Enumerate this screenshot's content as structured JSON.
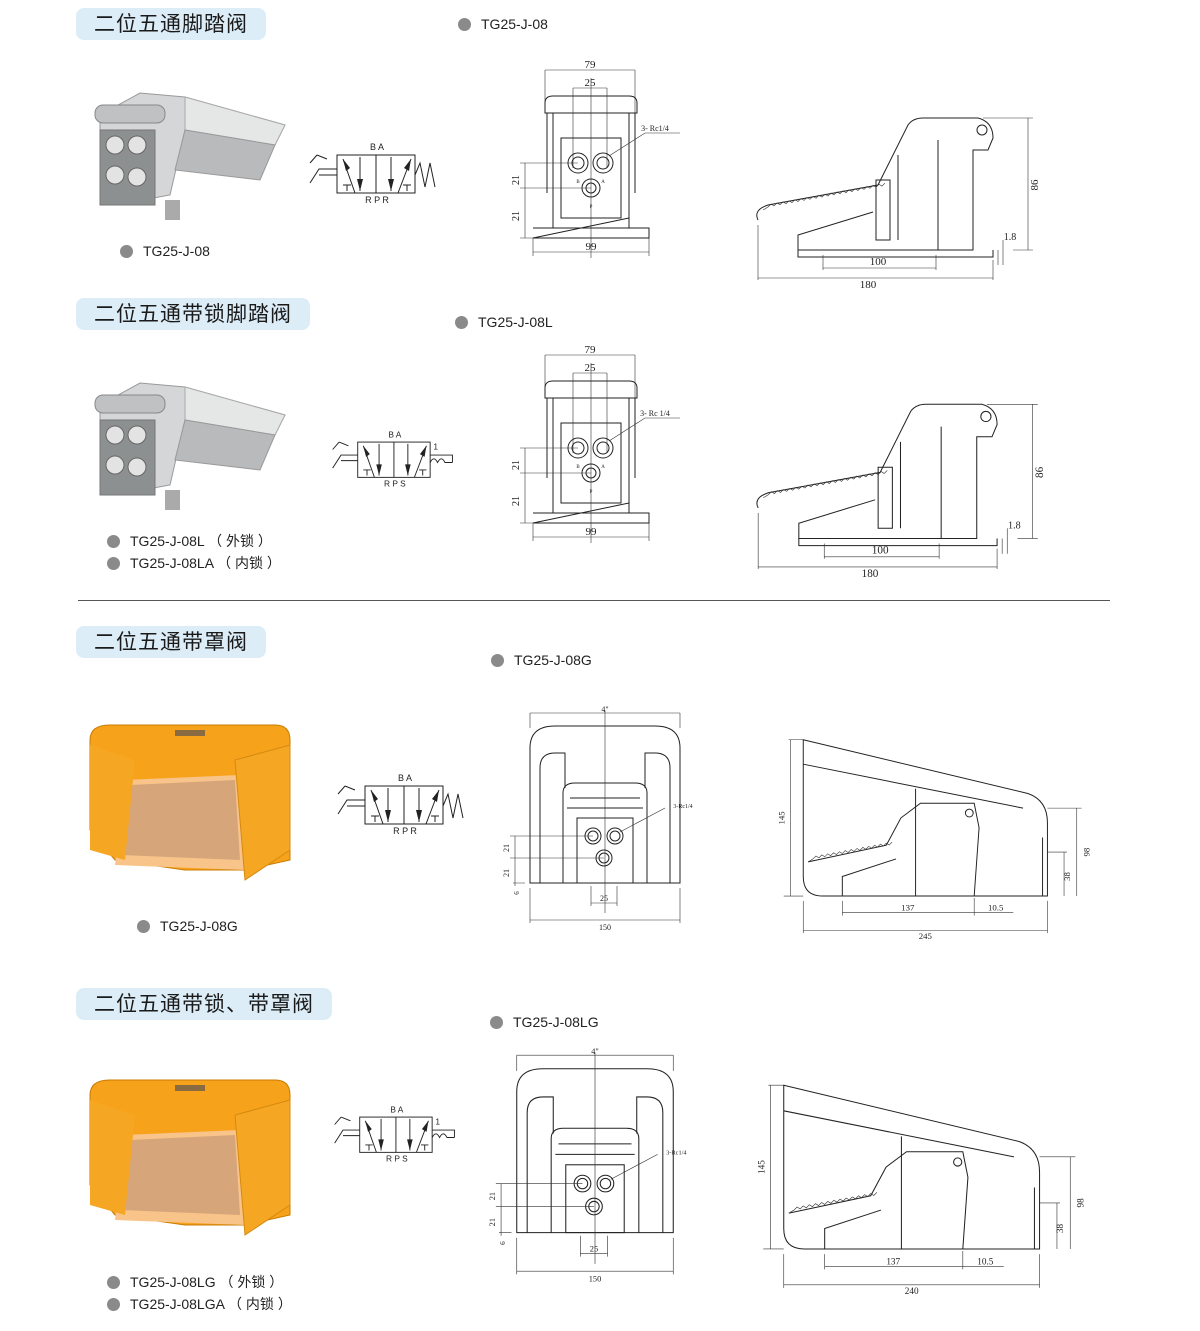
{
  "colors": {
    "pill_bg": "#dcedf8",
    "bullet": "#8a8a8a",
    "aluminum": "#c9cbcc",
    "hood": "#f5a623"
  },
  "sections": [
    {
      "title": "二位五通脚踏阀",
      "model": "TG25-J-08",
      "captions": [
        "TG25-J-08"
      ],
      "hood": false,
      "symbol": {
        "top": "B   A",
        "bottom": "R P R",
        "return": "spring",
        "detent": ""
      },
      "front": {
        "width": "79",
        "pitch": "25",
        "port": "3- Rc1/4",
        "v1": "21",
        "v2": "21",
        "base": "99",
        "ports": [
          "B",
          "A",
          "P"
        ]
      },
      "side": {
        "len_inner": "100",
        "len_total": "180",
        "height": "86",
        "small": "1.8"
      }
    },
    {
      "title": "二位五通带锁脚踏阀",
      "model": "TG25-J-08L",
      "captions": [
        "TG25-J-08L （ 外锁 ）",
        "TG25-J-08LA （ 内锁 ）"
      ],
      "hood": false,
      "symbol": {
        "top": "B   A",
        "bottom": "R P S",
        "return": "detent",
        "detent": "1"
      },
      "front": {
        "width": "79",
        "pitch": "25",
        "port": "3- Rc 1/4",
        "v1": "21",
        "v2": "21",
        "base": "99",
        "ports": [
          "B",
          "A",
          "P"
        ]
      },
      "side": {
        "len_inner": "100",
        "len_total": "180",
        "height": "86",
        "small": "1.8"
      }
    },
    {
      "title": "二位五通带罩阀",
      "model": "TG25-J-08G",
      "captions": [
        "TG25-J-08G"
      ],
      "hood": true,
      "symbol": {
        "top": "B   A",
        "bottom": "R P R",
        "return": "spring",
        "detent": ""
      },
      "front": {
        "width": "4\"",
        "pitch": "25",
        "port": "3-Rc1/4",
        "v1": "21",
        "v2": "21",
        "v3": "6",
        "base": "150",
        "ports": [
          "B",
          "A",
          "P"
        ]
      },
      "side": {
        "len_inner": "137",
        "offset": "10.5",
        "len_total": "245",
        "height": "145",
        "height2": "98",
        "height3": "38"
      }
    },
    {
      "title": "二位五通带锁、带罩阀",
      "model": "TG25-J-08LG",
      "captions": [
        "TG25-J-08LG （ 外锁 ）",
        "TG25-J-08LGA （ 内锁 ）"
      ],
      "hood": true,
      "symbol": {
        "top": "B   A",
        "bottom": "R P S",
        "return": "detent",
        "detent": "1"
      },
      "front": {
        "width": "4\"",
        "pitch": "25",
        "port": "3-Rc1/4",
        "v1": "21",
        "v2": "21",
        "v3": "6",
        "base": "150",
        "ports": [
          "B",
          "A",
          "P"
        ]
      },
      "side": {
        "len_inner": "137",
        "offset": "10.5",
        "len_total": "240",
        "height": "145",
        "height2": "98",
        "height3": "38"
      }
    }
  ]
}
